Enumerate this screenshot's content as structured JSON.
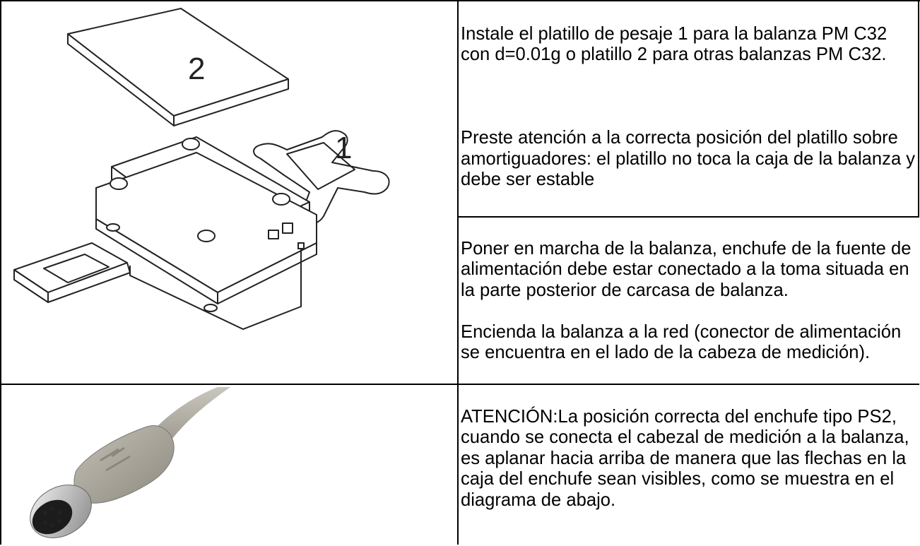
{
  "rows": [
    {
      "figure_labels": [
        "2",
        "1"
      ],
      "paragraphs": [
        "Instale el platillo de pesaje 1 para la balanza PM C32 con d=0.01g o platillo 2 para otras balanzas PM C32.",
        "Preste atención a la correcta posición del platillo sobre amortiguadores: el platillo no toca la caja de la balanza y debe ser estable"
      ]
    },
    {
      "paragraphs": [
        "Poner en marcha de la balanza, enchufe de la fuente de alimentación debe estar conectado a la toma situada en la parte posterior de carcasa de balanza.",
        "Encienda la balanza a la red (conector de alimentación se encuentra en el lado de la cabeza de medición)."
      ]
    },
    {
      "paragraphs": [
        "ATENCIÓN:La posición correcta del enchufe tipo PS2, cuando se conecta el cabezal de medición a la balanza, es aplanar hacia arriba de manera que las flechas en la caja del enchufe sean visibles, como se muestra en el diagrama de abajo."
      ]
    }
  ]
}
